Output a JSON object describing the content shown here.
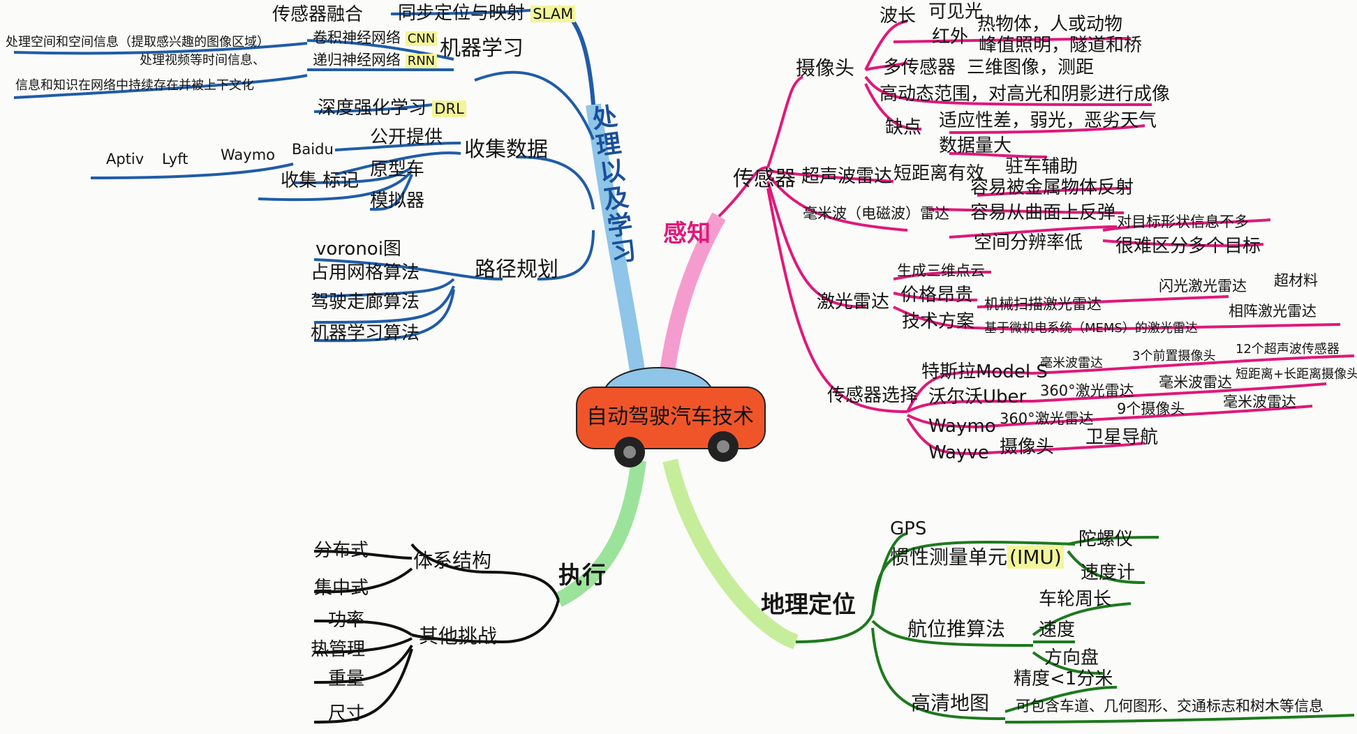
{
  "center": {
    "title": "自动驾驶汽车技术"
  },
  "colors": {
    "process": "#1f5ca8",
    "perception": "#e0187a",
    "execution": "#111111",
    "geo": "#1d7a1d",
    "car_body": "#f0552a",
    "car_roof": "#8ec5e8"
  },
  "processing": {
    "title_chars": [
      "处",
      "理",
      "以",
      "及",
      "学",
      "习"
    ],
    "fusion": "传感器融合",
    "slam": "同步定位与映射",
    "slam_tag": "SLAM",
    "ml": "机器学习",
    "cnn": "卷积神经网络",
    "cnn_tag": "CNN",
    "rnn": "递归神经网络",
    "rnn_tag": "RNN",
    "cnn_desc": "处理空间和空间信息（提取感兴趣的图像区域）",
    "rnn_desc1": "处理视频等时间信息、",
    "rnn_desc2": "信息和知识在网络中持续存在并被上下文化",
    "drl": "深度强化学习",
    "drl_tag": "DRL",
    "collect": "收集数据",
    "public": "公开提供",
    "companies": [
      "Aptiv",
      "Lyft",
      "Waymo",
      "Baidu"
    ],
    "collect2": "收集",
    "label": "标记",
    "prototype": "原型车",
    "simulator": "模拟器",
    "path": "路径规划",
    "voronoi": "voronoi图",
    "grid": "占用网格算法",
    "corridor": "驾驶走廊算法",
    "ml_algo": "机器学习算法"
  },
  "perception": {
    "title": "感知",
    "sensors": "传感器",
    "camera": "摄像头",
    "wavelength": "波长",
    "visible": "可见光",
    "infrared": "红外",
    "hot_objects": "热物体，人或动物",
    "peak_light": "峰值照明，隧道和桥",
    "multi": "多传感器",
    "stereo": "三维图像，测距",
    "hdr": "高动态范围，对高光和阴影进行成像",
    "cons": "缺点",
    "adapt": "适应性差，弱光，恶劣天气",
    "data": "数据量大",
    "ultra": "超声波雷达",
    "short": "短距离有效",
    "parking": "驻车辅助",
    "mmw": "毫米波（电磁波）雷达",
    "metal": "容易被金属物体反射",
    "curved": "容易从曲面上反弹",
    "resolution": "空间分辨率低",
    "little_info": "对目标形状信息不多",
    "hard_multi": "很难区分多个目标",
    "lidar": "激光雷达",
    "pointcloud": "生成三维点云",
    "price": "价格昂贵",
    "tech": "技术方案",
    "mech": "机械扫描激光雷达",
    "flash": "闪光激光雷达",
    "meta": "超材料",
    "mems": "基于微机电系统（MEMS）的激光雷达",
    "phased": "相阵激光雷达",
    "select": "传感器选择",
    "tesla": "特斯拉Model S",
    "tesla_items": [
      "毫米波雷达",
      "3个前置摄像头",
      "12个超声波传感器"
    ],
    "volvo": "沃尔沃Uber",
    "volvo_items": [
      "360°激光雷达",
      "毫米波雷达",
      "短距离+长距离摄像头"
    ],
    "waymo": "Waymo",
    "waymo_items": [
      "360°激光雷达",
      "9个摄像头",
      "毫米波雷达"
    ],
    "wayve": "Wayve",
    "wayve_items": [
      "摄像头",
      "卫星导航"
    ]
  },
  "execution": {
    "title": "执行",
    "arch": "体系结构",
    "distributed": "分布式",
    "centralized": "集中式",
    "other": "其他挑战",
    "power": "功率",
    "thermal": "热管理",
    "weight": "重量",
    "size": "尺寸"
  },
  "geo": {
    "title": "地理定位",
    "gps": "GPS",
    "imu": "惯性测量单元",
    "imu_tag": "IMU",
    "gyro": "陀螺仪",
    "speedo": "速度计",
    "dead": "航位推算法",
    "wheel": "车轮周长",
    "speed": "速度",
    "wheel2": "方向盘",
    "hd": "高清地图",
    "precision": "精度<1分米",
    "contains": "可包含车道、几何图形、交通标志和树木等信息"
  }
}
